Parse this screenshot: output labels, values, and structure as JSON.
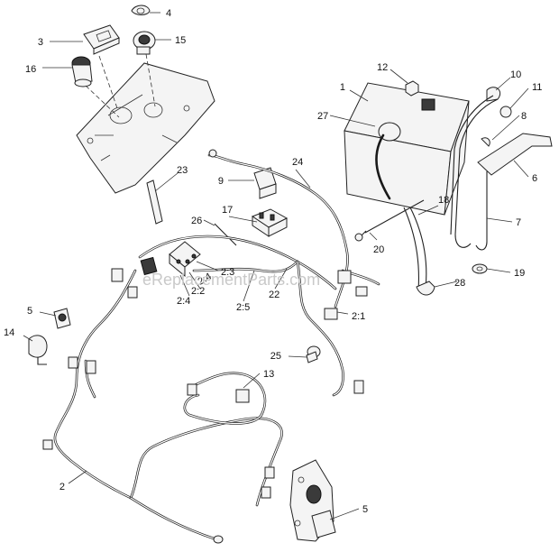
{
  "watermark": "eReplacementParts.com",
  "callouts": [
    {
      "id": "c1",
      "text": "1"
    },
    {
      "id": "c2",
      "text": "2"
    },
    {
      "id": "c2_1",
      "text": "2:1"
    },
    {
      "id": "c2_2",
      "text": "2:2"
    },
    {
      "id": "c2_3",
      "text": "2:3"
    },
    {
      "id": "c2_4a",
      "text": "2:4"
    },
    {
      "id": "c2_4b",
      "text": "2:4"
    },
    {
      "id": "c2_5",
      "text": "2:5"
    },
    {
      "id": "c3",
      "text": "3"
    },
    {
      "id": "c4",
      "text": "4"
    },
    {
      "id": "c5a",
      "text": "5"
    },
    {
      "id": "c5b",
      "text": "5"
    },
    {
      "id": "c6",
      "text": "6"
    },
    {
      "id": "c7",
      "text": "7"
    },
    {
      "id": "c8",
      "text": "8"
    },
    {
      "id": "c9",
      "text": "9"
    },
    {
      "id": "c10",
      "text": "10"
    },
    {
      "id": "c11",
      "text": "11"
    },
    {
      "id": "c12",
      "text": "12"
    },
    {
      "id": "c13",
      "text": "13"
    },
    {
      "id": "c14",
      "text": "14"
    },
    {
      "id": "c15",
      "text": "15"
    },
    {
      "id": "c16",
      "text": "16"
    },
    {
      "id": "c17",
      "text": "17"
    },
    {
      "id": "c18",
      "text": "18"
    },
    {
      "id": "c19",
      "text": "19"
    },
    {
      "id": "c20",
      "text": "20"
    },
    {
      "id": "c22",
      "text": "22"
    },
    {
      "id": "c23",
      "text": "23"
    },
    {
      "id": "c24",
      "text": "24"
    },
    {
      "id": "c25",
      "text": "25"
    },
    {
      "id": "c26",
      "text": "26"
    },
    {
      "id": "c27",
      "text": "27"
    },
    {
      "id": "c28",
      "text": "28"
    }
  ]
}
